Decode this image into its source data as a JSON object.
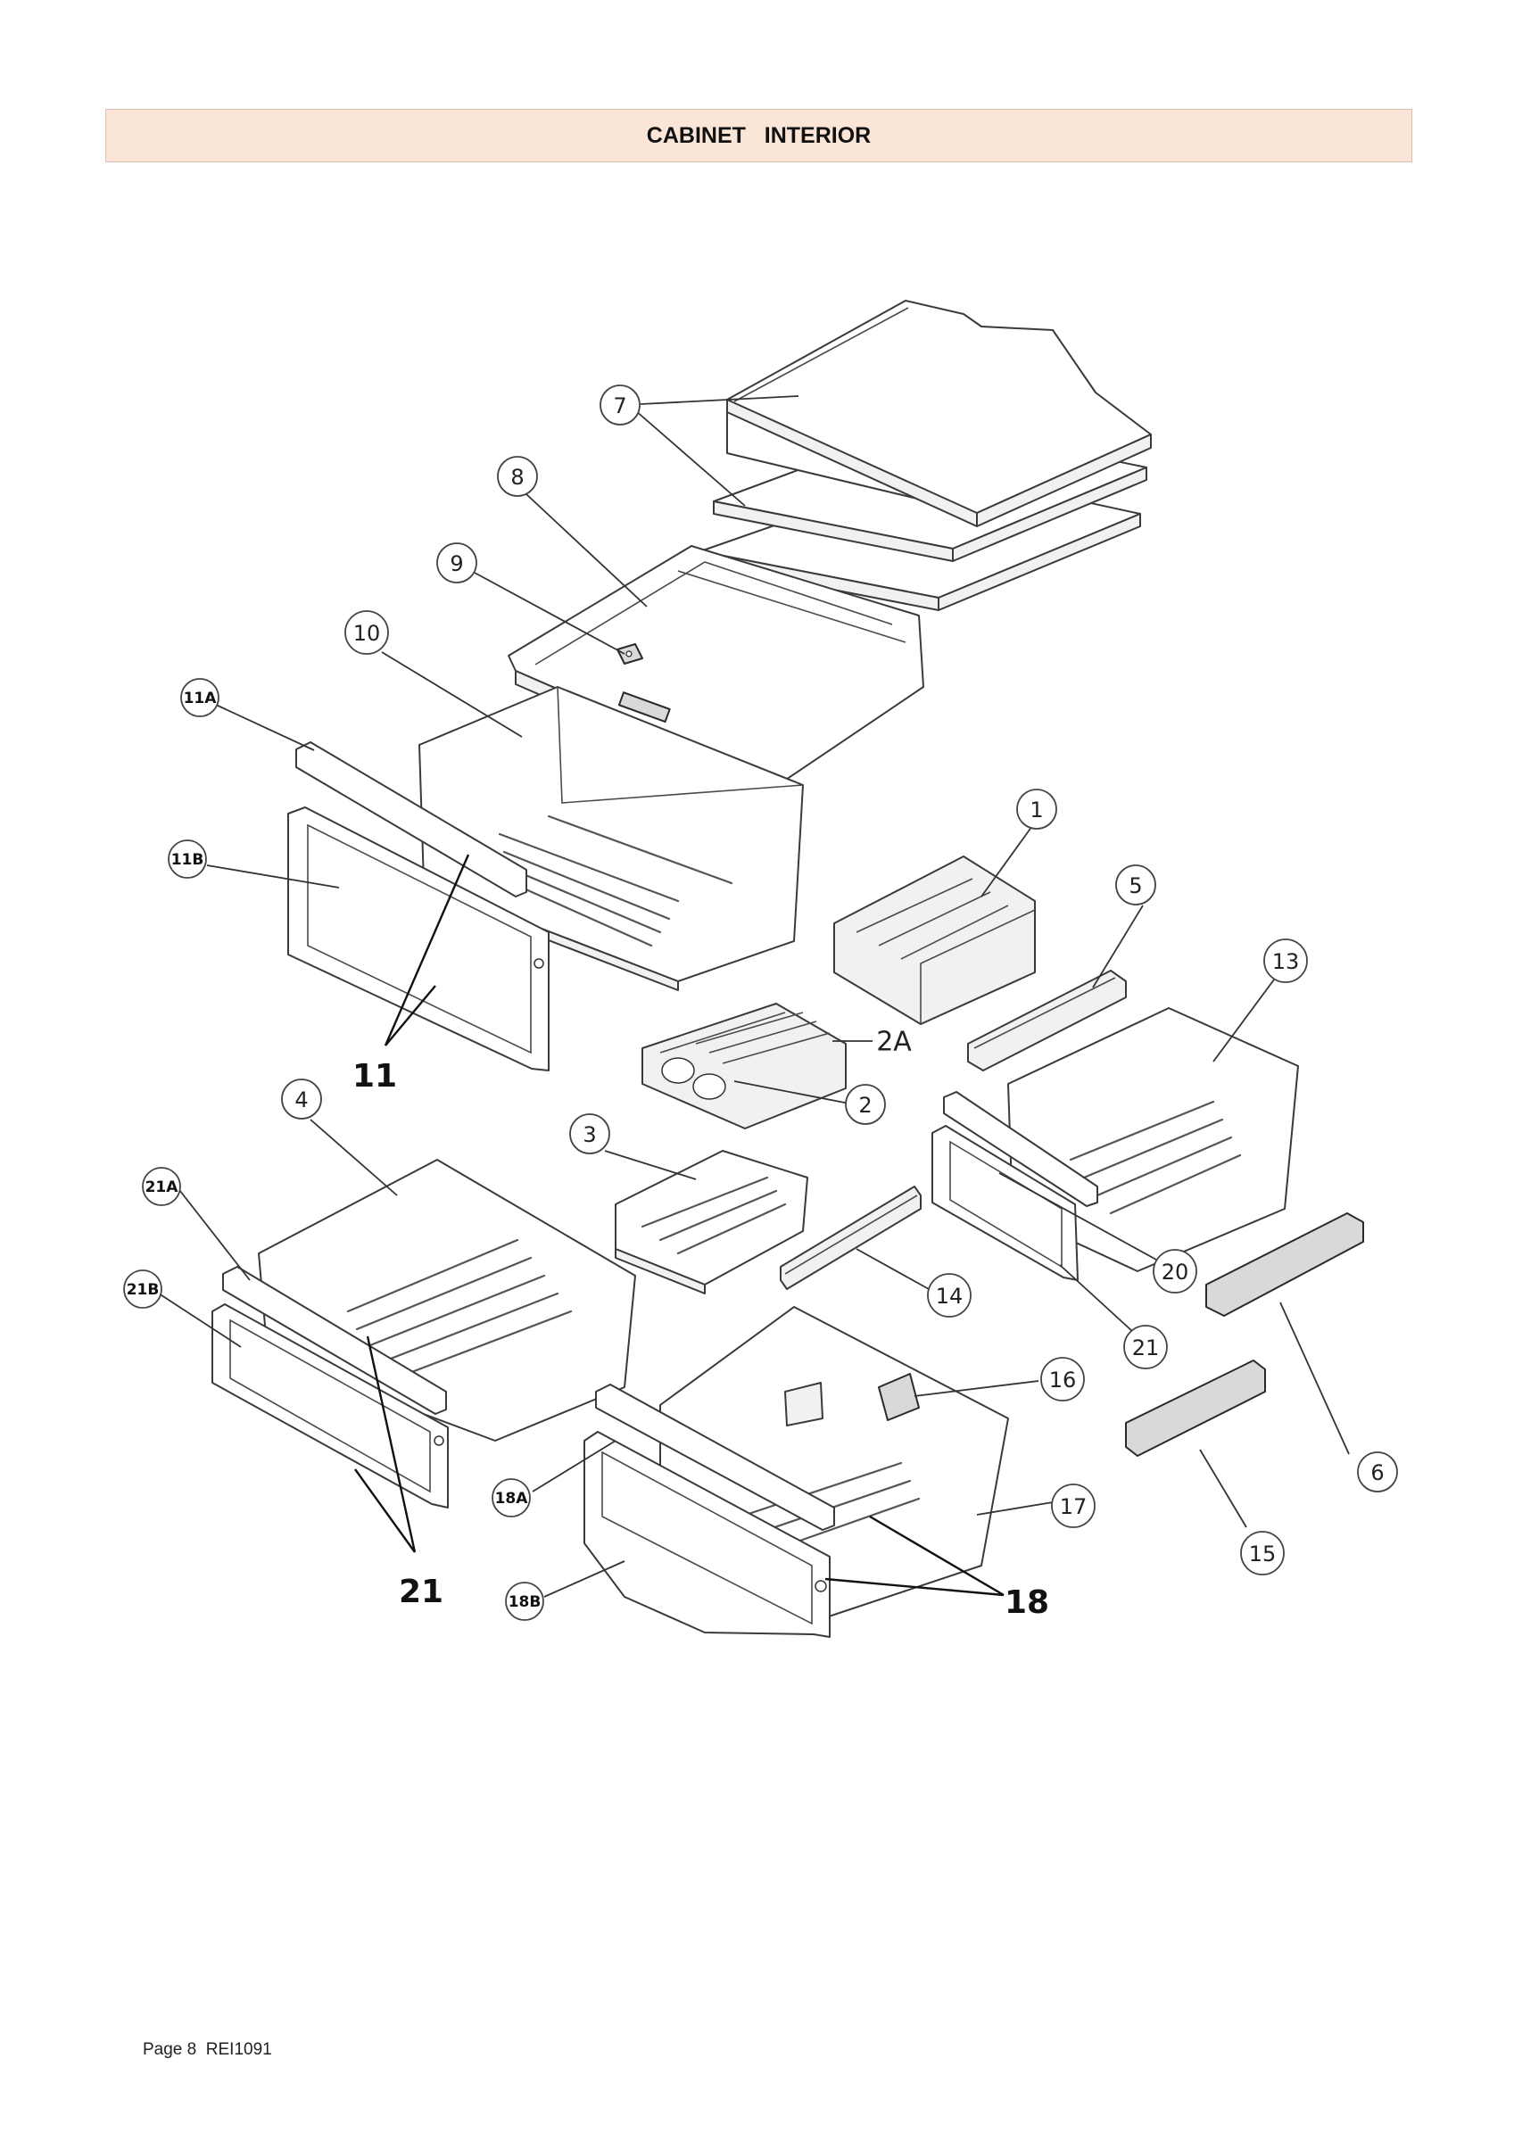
{
  "header": {
    "title": "CABINET   INTERIOR"
  },
  "callouts": {
    "c1": "1",
    "c2": "2",
    "c2a": "2A",
    "c3": "3",
    "c4": "4",
    "c5": "5",
    "c6": "6",
    "c7": "7",
    "c8": "8",
    "c9": "9",
    "c10": "10",
    "c11": "11",
    "c11a": "11A",
    "c11b": "11B",
    "c13": "13",
    "c14": "14",
    "c15": "15",
    "c16": "16",
    "c17": "17",
    "c18": "18",
    "c18a": "18A",
    "c18b": "18B",
    "c20": "20",
    "c21": "21",
    "c21big": "21",
    "c21a": "21A",
    "c21b": "21B"
  },
  "footer": {
    "text": "Page 8  REI1091"
  }
}
